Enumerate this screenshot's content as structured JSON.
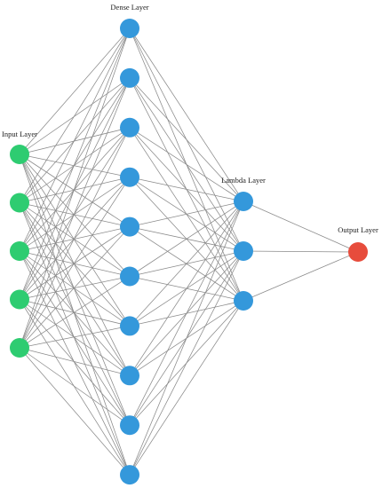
{
  "diagram": {
    "edge_color": "#8a8a8a",
    "layers": [
      {
        "id": "input",
        "label": "Input Layer",
        "nodes": 5,
        "color": "#2ecc71"
      },
      {
        "id": "dense",
        "label": "Dense Layer",
        "nodes": 10,
        "color": "#3498db"
      },
      {
        "id": "lambda",
        "label": "Lambda Layer",
        "nodes": 3,
        "color": "#3498db"
      },
      {
        "id": "output",
        "label": "Output Layer",
        "nodes": 1,
        "color": "#e74c3c"
      }
    ]
  }
}
